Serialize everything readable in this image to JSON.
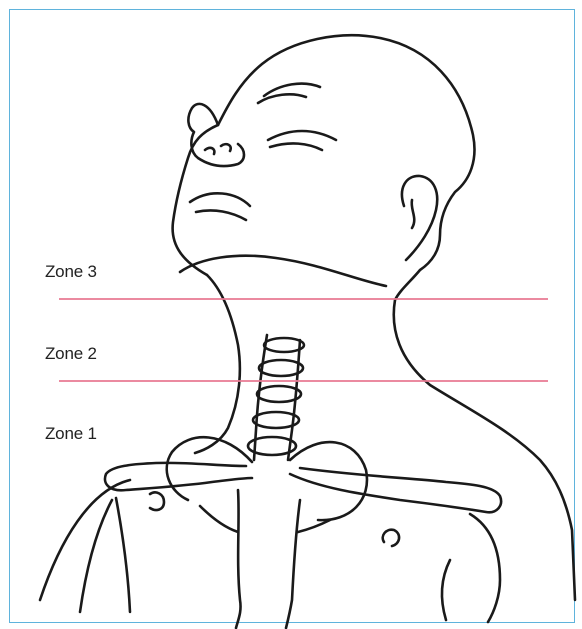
{
  "figure": {
    "zones": [
      {
        "label": "Zone 3"
      },
      {
        "label": "Zone 2"
      },
      {
        "label": "Zone 1"
      }
    ],
    "colors": {
      "frame": "#5fb3dc",
      "zone_line": "#e87a93",
      "outline": "#1a1a1a",
      "background": "#ffffff"
    }
  }
}
